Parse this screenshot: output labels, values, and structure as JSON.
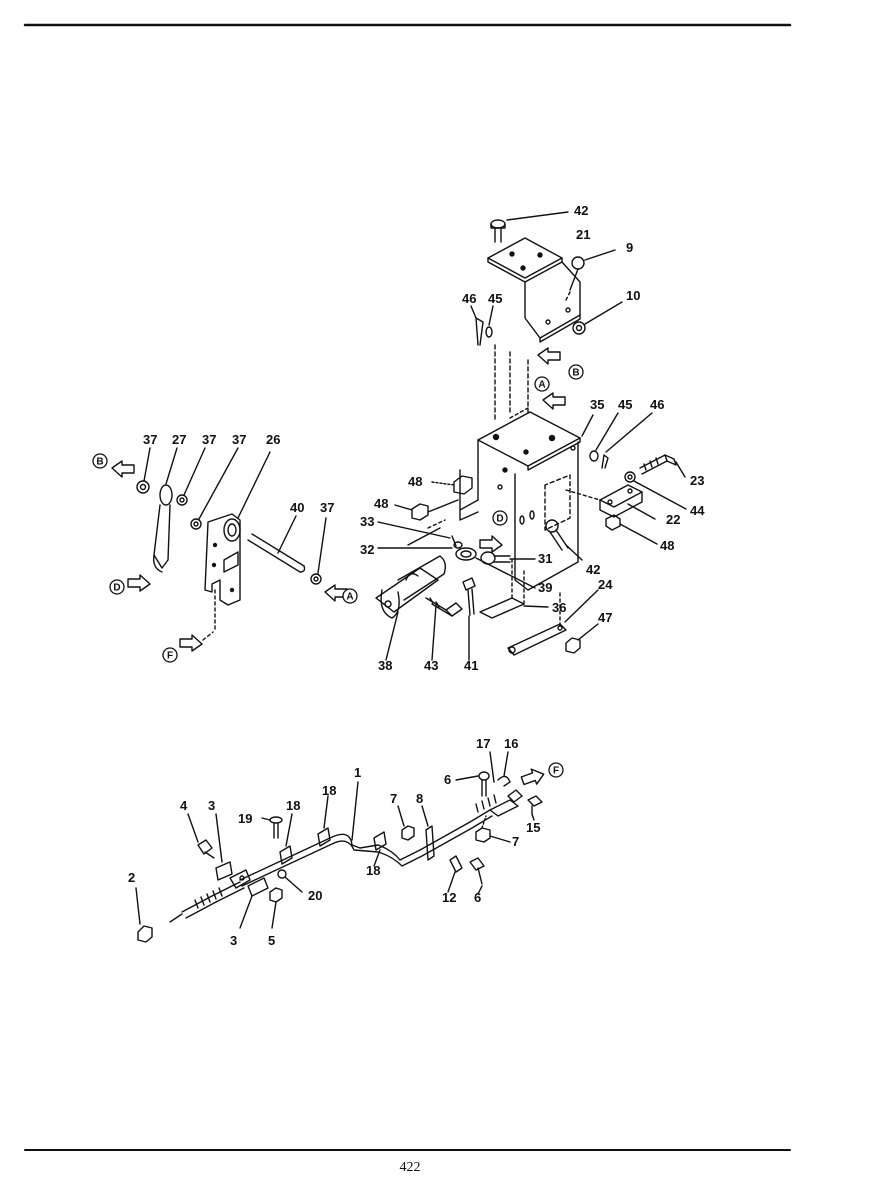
{
  "page_number": "422",
  "upper_assembly": {
    "part_labels": [
      "42",
      "21",
      "9",
      "10",
      "46",
      "45",
      "35",
      "45",
      "46",
      "23",
      "44",
      "22",
      "48",
      "42",
      "31",
      "39",
      "24",
      "47",
      "36",
      "41",
      "43",
      "38",
      "33",
      "32",
      "48",
      "48",
      "37",
      "27",
      "37",
      "37",
      "26",
      "40",
      "37"
    ],
    "callouts": [
      "B",
      "A",
      "A",
      "D",
      "B",
      "D",
      "F"
    ]
  },
  "lower_assembly": {
    "part_labels": [
      "1",
      "18",
      "17",
      "16",
      "6",
      "4",
      "3",
      "19",
      "18",
      "7",
      "8",
      "15",
      "7",
      "2",
      "20",
      "18",
      "12",
      "6",
      "3",
      "5"
    ],
    "callouts": [
      "F"
    ]
  }
}
